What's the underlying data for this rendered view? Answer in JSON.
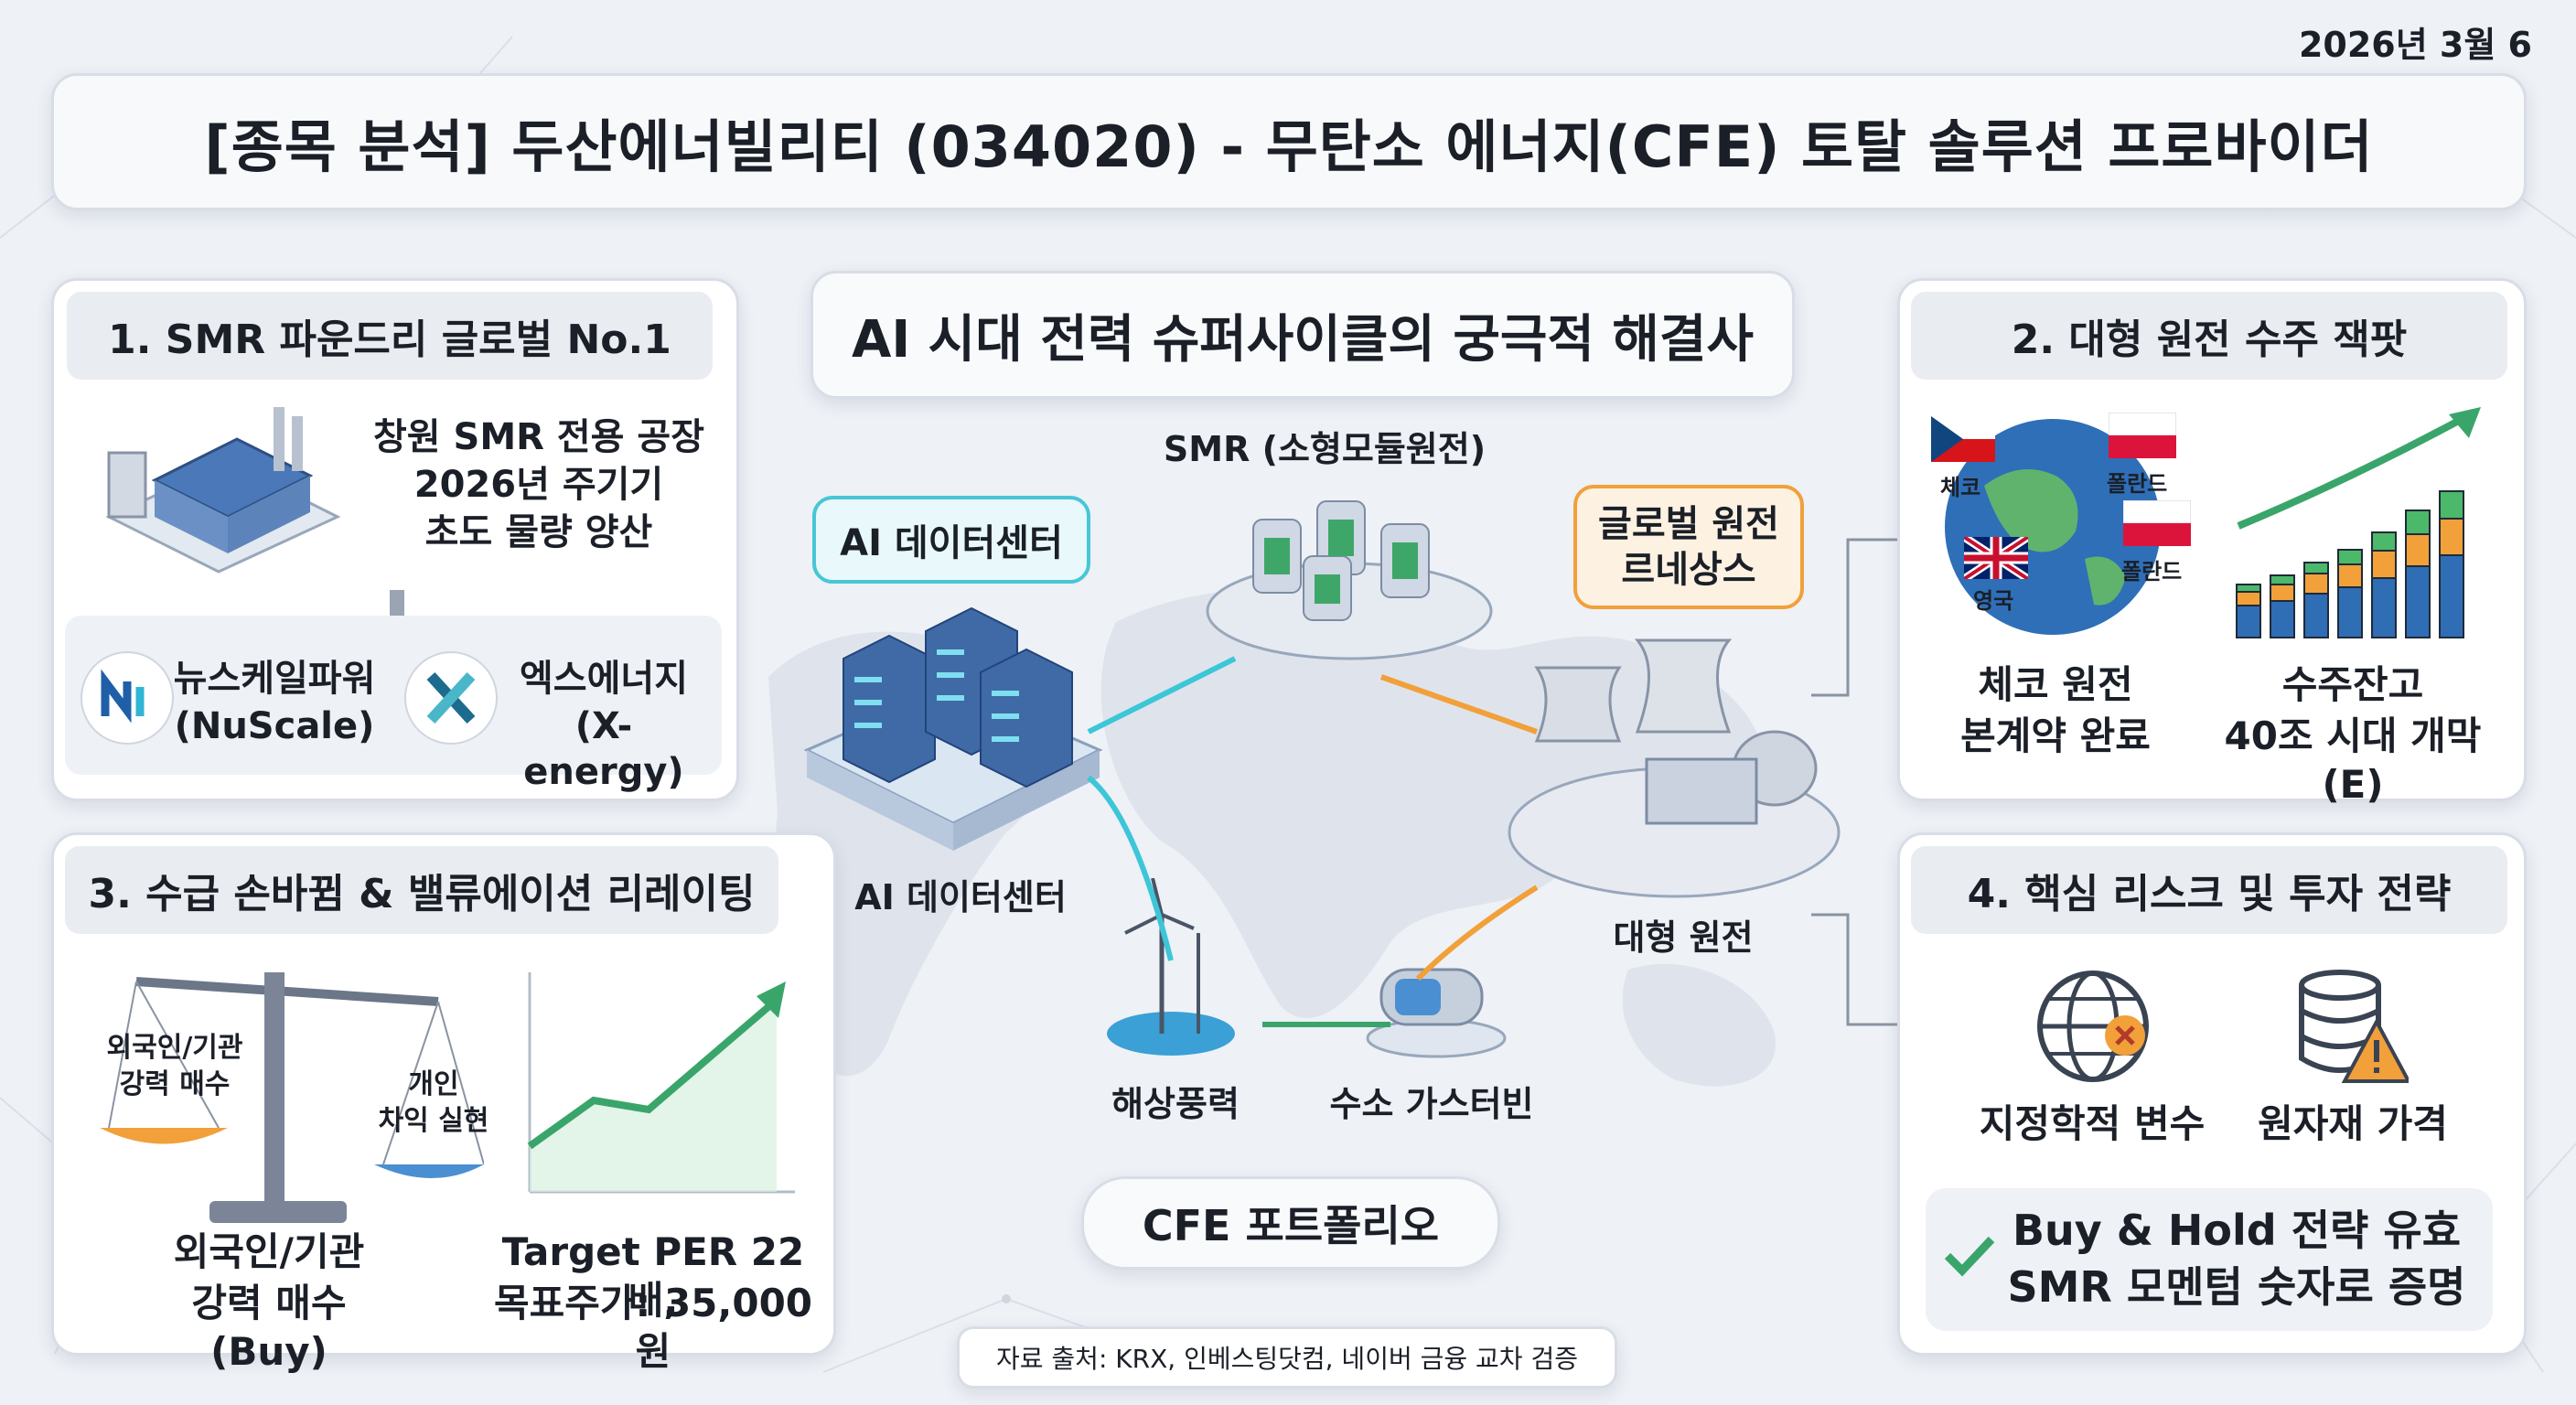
{
  "date": "2026년 3월 6",
  "title": "[종목 분석] 두산에너빌리티 (034020) - 무탄소 에너지(CFE) 토탈 솔루션 프로바이더",
  "center": {
    "headline": "AI 시대 전력 슈퍼사이클의 궁극적 해결사",
    "ai_bubble": "AI 데이터센터",
    "ai_label": "AI 데이터센터",
    "smr_label": "SMR (소형모듈원전)",
    "renaissance_bubble": "글로벌 원전\n르네상스",
    "nuclear_label": "대형 원전",
    "wind_label": "해상풍력",
    "hydrogen_label": "수소 가스터빈",
    "portfolio_button": "CFE 포트폴리오",
    "source": "자료 출처: KRX, 인베스팅닷컴, 네이버 금융 교차 검증"
  },
  "panel1": {
    "heading": "1. SMR 파운드리 글로벌 No.1",
    "factory_line1": "창원 SMR 전용 공장",
    "factory_line2": "2026년 주기기",
    "factory_line3": "초도 물량 양산",
    "partner1_line1": "뉴스케일파워",
    "partner1_line2": "(NuScale)",
    "partner2_line1": "엑스에너지",
    "partner2_line2": "(X-energy)"
  },
  "panel2": {
    "heading": "2. 대형 원전 수주 잭팟",
    "flag_czech": "체코",
    "flag_poland1": "폴란드",
    "flag_poland2": "폴란드",
    "flag_uk": "영국",
    "left_line1": "체코 원전",
    "left_line2": "본계약 완료",
    "right_line1": "수주잔고",
    "right_line2": "40조 시대 개막 (E)",
    "bar_chart": {
      "series_colors": [
        "#2f6db5",
        "#f1a03a",
        "#4cb86a"
      ],
      "bars": [
        [
          0.35,
          0.15,
          0.08
        ],
        [
          0.4,
          0.18,
          0.1
        ],
        [
          0.48,
          0.22,
          0.12
        ],
        [
          0.55,
          0.25,
          0.16
        ],
        [
          0.65,
          0.3,
          0.2
        ],
        [
          0.78,
          0.35,
          0.26
        ],
        [
          0.9,
          0.4,
          0.3
        ]
      ]
    }
  },
  "panel3": {
    "heading": "3. 수급 손바뀜 & 밸류에이션 리레이팅",
    "left_pan_line1": "외국인/기관",
    "left_pan_line2": "강력 매수",
    "right_pan_line1": "개인",
    "right_pan_line2": "차익 실현",
    "bottom_left_line1": "외국인/기관",
    "bottom_left_line2": "강력 매수 (Buy)",
    "bottom_right_line1": "Target PER 22배,",
    "bottom_right_line2": "목표주가: 35,000원"
  },
  "panel4": {
    "heading": "4. 핵심 리스크 및 투자 전략",
    "risk1": "지정학적 변수",
    "risk2": "원자재 가격",
    "strategy_line1": "Buy & Hold 전략 유효",
    "strategy_line2": "SMR 모멘텀 숫자로 증명"
  },
  "colors": {
    "accent_green": "#3aa56a",
    "accent_orange": "#f1a03a",
    "accent_blue": "#2f6db5",
    "cyan": "#3cc6d8"
  }
}
